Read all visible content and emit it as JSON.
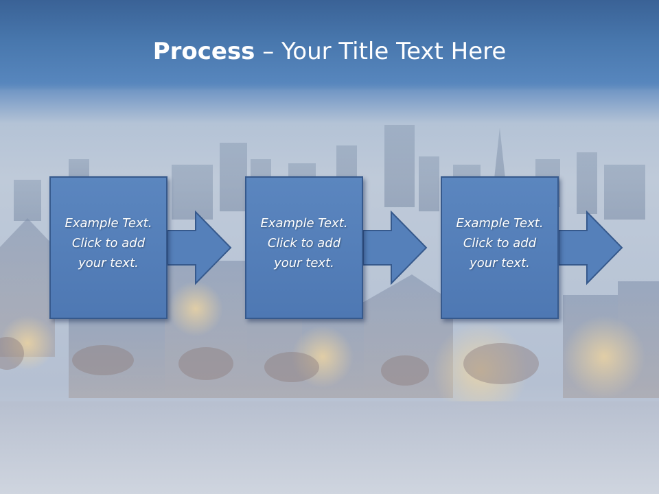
{
  "slide": {
    "title_bold": "Process",
    "title_rest": " – Your Title Text Here"
  },
  "steps": [
    {
      "line1": "Example Text.",
      "line2": "Click  to add",
      "line3": "your text."
    },
    {
      "line1": "Example Text.",
      "line2": "Click  to add",
      "line3": "your text."
    },
    {
      "line1": "Example Text.",
      "line2": "Click  to add",
      "line3": "your text."
    }
  ],
  "colors": {
    "title_band": "#4877ad",
    "box_fill": "#5580ba",
    "box_border": "#36598c",
    "text": "#ffffff"
  }
}
